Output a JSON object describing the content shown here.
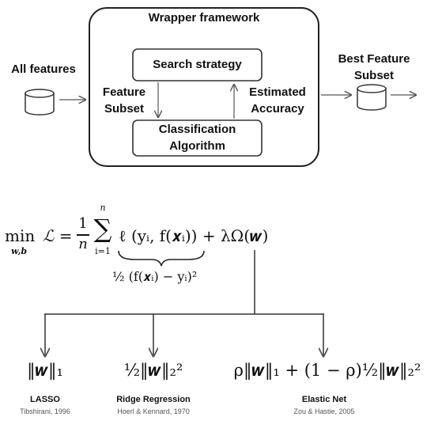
{
  "wrapper": {
    "title": "Wrapper  framework",
    "search_box": "Search strategy",
    "classification_box_line1": "Classification",
    "classification_box_line2": "Algorithm",
    "feature_subset_line1": "Feature",
    "feature_subset_line2": "Subset",
    "estimated_accuracy_line1": "Estimated",
    "estimated_accuracy_line2": "Accuracy"
  },
  "input_label": "All features",
  "output_label_line1": "Best Feature",
  "output_label_line2": "Subset",
  "equation": {
    "min_sub": "w,b",
    "loss": "ℒ = ",
    "frac_num": "1",
    "frac_den": "n",
    "sum_top": "n",
    "sum_bottom": "i=1",
    "term": "ℓ (yᵢ, f(𝒙ᵢ)) + λΩ(𝒘)",
    "brace_label": "½ (f(𝒙ᵢ) − yᵢ)²"
  },
  "regularizers": [
    {
      "formula": "‖𝒘‖₁",
      "name": "LASSO",
      "ref": "Tibshirani, 1996"
    },
    {
      "formula": "½‖𝒘‖₂²",
      "name": "Ridge Regression",
      "ref": "Hoerl & Kennard, 1970"
    },
    {
      "formula": "ρ‖𝒘‖₁ + (1 − ρ)½‖𝒘‖₂²",
      "name": "Elastic Net",
      "ref": "Zou & Hastie, 2005"
    }
  ]
}
